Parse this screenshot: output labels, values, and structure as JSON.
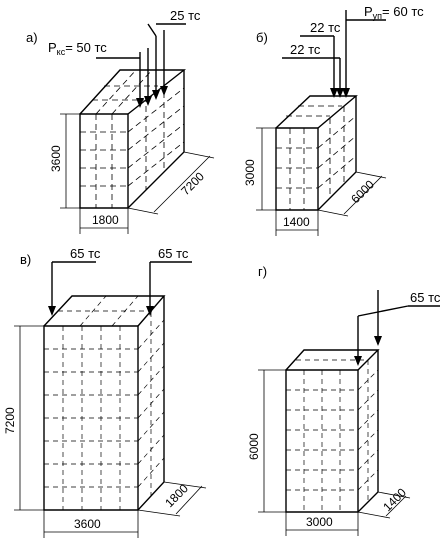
{
  "panels": {
    "a": {
      "label": "а)",
      "load_main": "P",
      "load_main_sub": "кс",
      "load_main_value": "= 50 тс",
      "load_side": "25 тс",
      "dim_height": "3600",
      "dim_width": "1800",
      "dim_depth": "7200"
    },
    "b": {
      "label": "б)",
      "load_main": "P",
      "load_main_sub": "уп",
      "load_main_value": "= 60 тс",
      "load_side_1": "22 тс",
      "load_side_2": "22 тс",
      "dim_height": "3000",
      "dim_width": "1400",
      "dim_depth": "6000"
    },
    "v": {
      "label": "в)",
      "load_left": "65 тс",
      "load_right": "65 тс",
      "dim_height": "7200",
      "dim_width": "3600",
      "dim_depth": "1800"
    },
    "g": {
      "label": "г)",
      "load": "65 тс",
      "dim_height": "6000",
      "dim_width": "3000",
      "dim_depth": "1400"
    }
  }
}
